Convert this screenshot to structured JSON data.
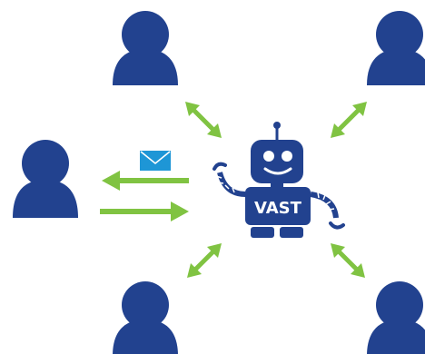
{
  "robot": {
    "label": "VAST",
    "icon": "robot-icon"
  },
  "people": [
    {
      "name": "person-top-left",
      "icon": "person-icon"
    },
    {
      "name": "person-top-right",
      "icon": "person-icon"
    },
    {
      "name": "person-left",
      "icon": "person-icon"
    },
    {
      "name": "person-bottom-left",
      "icon": "person-icon"
    },
    {
      "name": "person-bottom-right",
      "icon": "person-icon"
    }
  ],
  "message": {
    "icon": "envelope-icon"
  },
  "colors": {
    "person": "#22428f",
    "robot": "#22428f",
    "arrow": "#80c342",
    "envelope": "#1e96d6",
    "label_text": "#ffffff"
  }
}
